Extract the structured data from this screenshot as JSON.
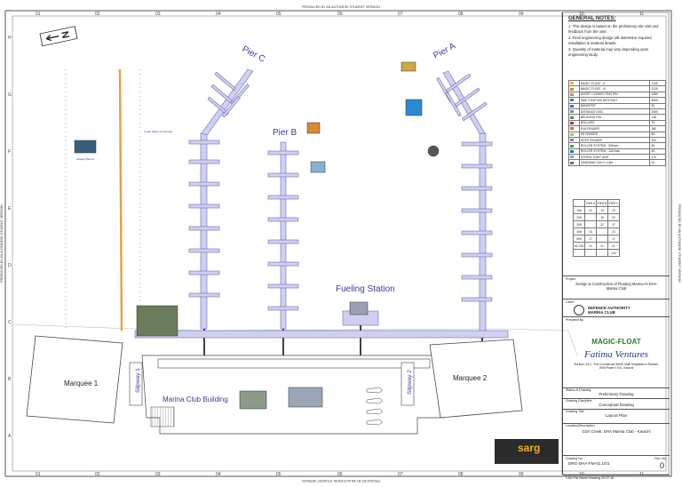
{
  "banner": {
    "top": "PRODUCED BY AN AUTODESK STUDENT VERSION",
    "bottom": "PRODUCED BY AN AUTODESK STUDENT VERSION",
    "left": "PRODUCED BY AN AUTODESK STUDENT VERSION",
    "right": "PRODUCED BY AN AUTODESK STUDENT VERSION"
  },
  "grid": {
    "columns": [
      "01",
      "02",
      "03",
      "04",
      "05",
      "06",
      "07",
      "08",
      "09",
      "10",
      "11"
    ],
    "rows": [
      "H",
      "G",
      "F",
      "E",
      "D",
      "C",
      "B",
      "A"
    ]
  },
  "north": "N",
  "labels": {
    "pier_a": "Pier A",
    "pier_b": "Pier B",
    "pier_c": "Pier C",
    "fueling_station": "Fueling Station",
    "marquee_1": "Marquee 1",
    "marquee_2": "Marquee 2",
    "slipway_1": "Slipway 1",
    "slipway_2": "Slipway 2",
    "club_building": "Marina Club Building",
    "floating_barrier": "Floating Barrier",
    "under_water_anchorage": "Under Water Anchorage"
  },
  "notes": {
    "title": "GENERAL NOTES:",
    "items": [
      "1.  This design is based on the preliminary site visit and feedback from the user.",
      "2.  Final engineering design will determine required installation & material details.",
      "3.  Quantity of material may vary depending upon engineering study."
    ]
  },
  "legend": [
    {
      "name": "MAGIC FLOAT - II",
      "qty": "7340",
      "color": "#e8b24a"
    },
    {
      "name": "MAGIC FLOAT - III",
      "qty": "2310",
      "color": "#d08a30"
    },
    {
      "name": "SHORT CONNECTING PIN",
      "qty": "4480",
      "color": "#999999"
    },
    {
      "name": "SIDE FIXATION WITH NUT",
      "qty": "4600",
      "color": "#6c6c6c"
    },
    {
      "name": "BANISTER",
      "qty": "30",
      "color": "#3a70c8"
    },
    {
      "name": "DISTANCE DISC",
      "qty": "2500",
      "color": "#888888"
    },
    {
      "name": "BELAYING PIN",
      "qty": "148",
      "color": "#5a8a5a"
    },
    {
      "name": "BOLLARD",
      "qty": "79",
      "color": "#c03030"
    },
    {
      "name": "EVA FENDER",
      "qty": "180",
      "color": "#e07030"
    },
    {
      "name": "PE FENDER",
      "qty": "85",
      "color": "#c0c040"
    },
    {
      "name": "HDPE FENDER",
      "qty": "304",
      "color": "#8080c0"
    },
    {
      "name": "ROLLER SYSTEM - 505mm",
      "qty": "39",
      "color": "#40a040"
    },
    {
      "name": "ROLLER SYSTEM - 1010mm",
      "qty": "40",
      "color": "#2a6ab0"
    },
    {
      "name": "SCREW JOINT UNIT",
      "qty": "470",
      "color": "#a0a0a0"
    },
    {
      "name": "GANGWAY 12m X 1.8m",
      "qty": "04",
      "color": "#707070"
    }
  ],
  "pier_table": {
    "header": [
      "",
      "PIER A",
      "PIER B",
      "PIER C"
    ],
    "rows": [
      [
        "15ft",
        "22",
        "10",
        "20"
      ],
      [
        "20ft",
        "",
        "16",
        "22"
      ],
      [
        "30ft",
        "",
        "22",
        "37"
      ],
      [
        "40ft",
        "23",
        "",
        "23"
      ],
      [
        "50ft",
        "17",
        "",
        "17"
      ],
      [
        "60-70ft",
        "21",
        "21",
        "21"
      ],
      [
        "",
        "",
        "",
        "144"
      ]
    ]
  },
  "titleblock": {
    "project_label": "Project",
    "project": "Design & Construction of Floating Marina At DHA Marina Club",
    "client_label": "Client",
    "client": "DEFENCE AUTHORITY MARINA CLUB",
    "prepared_by_label": "Prepared By",
    "magic_float": "MAGIC-FLOAT",
    "fatima": "Fatima Ventures",
    "address": "3rd floor, 64-C, 21st Commercial Street, Main Khayaban-e-Shamsir, DHA Phase V Ext., Karachi",
    "status_label": "Status of Drawing",
    "status": "Preliminary Drawing",
    "discipline_label": "Drawing Discipline",
    "discipline": "Conceptual Drawing",
    "title_label": "Drawing Title",
    "title": "Layout Plan",
    "location_label": "Location/Description",
    "location": "Gizri Creek, DHA Marina Club - Karachi",
    "drawing_no_label": "Drawing No.",
    "drawing_no": "DRG-DHA-FM-01.1/01",
    "rev_label": "Rev. No.",
    "rev": "0",
    "file": "CAD File Name    Drawing 20.07.16"
  },
  "sarg": "sarg"
}
